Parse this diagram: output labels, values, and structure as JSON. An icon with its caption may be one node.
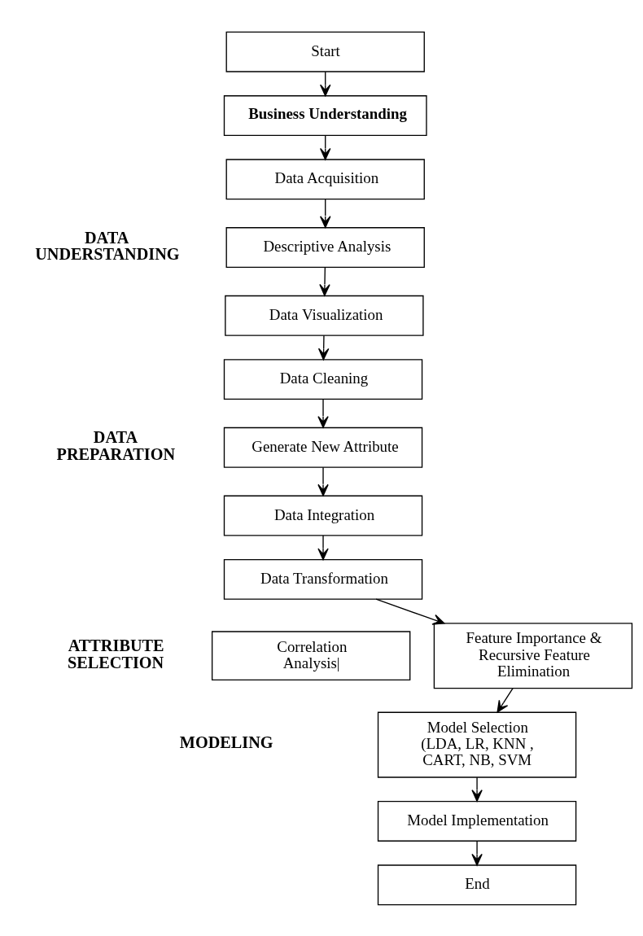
{
  "diagram": {
    "nodes": [
      {
        "text": [
          "Start"
        ]
      },
      {
        "text": [
          "Business Understanding"
        ]
      },
      {
        "text": [
          "Data Acquisition"
        ]
      },
      {
        "text": [
          "Descriptive Analysis"
        ]
      },
      {
        "text": [
          "Data Visualization"
        ]
      },
      {
        "text": [
          "Data Cleaning"
        ]
      },
      {
        "text": [
          "Generate New Attribute"
        ]
      },
      {
        "text": [
          "Data Integration"
        ]
      },
      {
        "text": [
          "Data Transformation"
        ]
      },
      {
        "text": [
          "Correlation Analysis|"
        ]
      },
      {
        "text": [
          "Feature Importance & Recursive Feature Elimination"
        ]
      },
      {
        "text": [
          "Model Selection (LDA, LR, KNN , CART, NB, SVM"
        ]
      },
      {
        "text": [
          "Model Implementation"
        ]
      },
      {
        "text": [
          "End"
        ]
      }
    ],
    "edges": [
      {
        "from": 0,
        "to": 1,
        "arrow": "to"
      },
      {
        "from": 1,
        "to": 2,
        "arrow": "to"
      },
      {
        "from": 2,
        "to": 3,
        "arrow": "to"
      },
      {
        "from": 3,
        "to": 4,
        "arrow": "to"
      },
      {
        "from": 4,
        "to": 5,
        "arrow": "to"
      },
      {
        "from": 5,
        "to": 6,
        "arrow": "to"
      },
      {
        "from": 6,
        "to": 7,
        "arrow": "to"
      },
      {
        "from": 7,
        "to": 8,
        "arrow": "to"
      },
      {
        "from": 8,
        "to": 10,
        "arrow": "to"
      },
      {
        "from": 10,
        "to": 11,
        "arrow": "to"
      },
      {
        "from": 11,
        "to": 12,
        "arrow": "to"
      },
      {
        "from": 12,
        "to": 13,
        "arrow": "to"
      }
    ],
    "labels": [
      "DATA UNDERSTANDING",
      "DATA PREPARATION",
      "ATTRIBUTE SELECTION",
      "MODELING"
    ]
  }
}
